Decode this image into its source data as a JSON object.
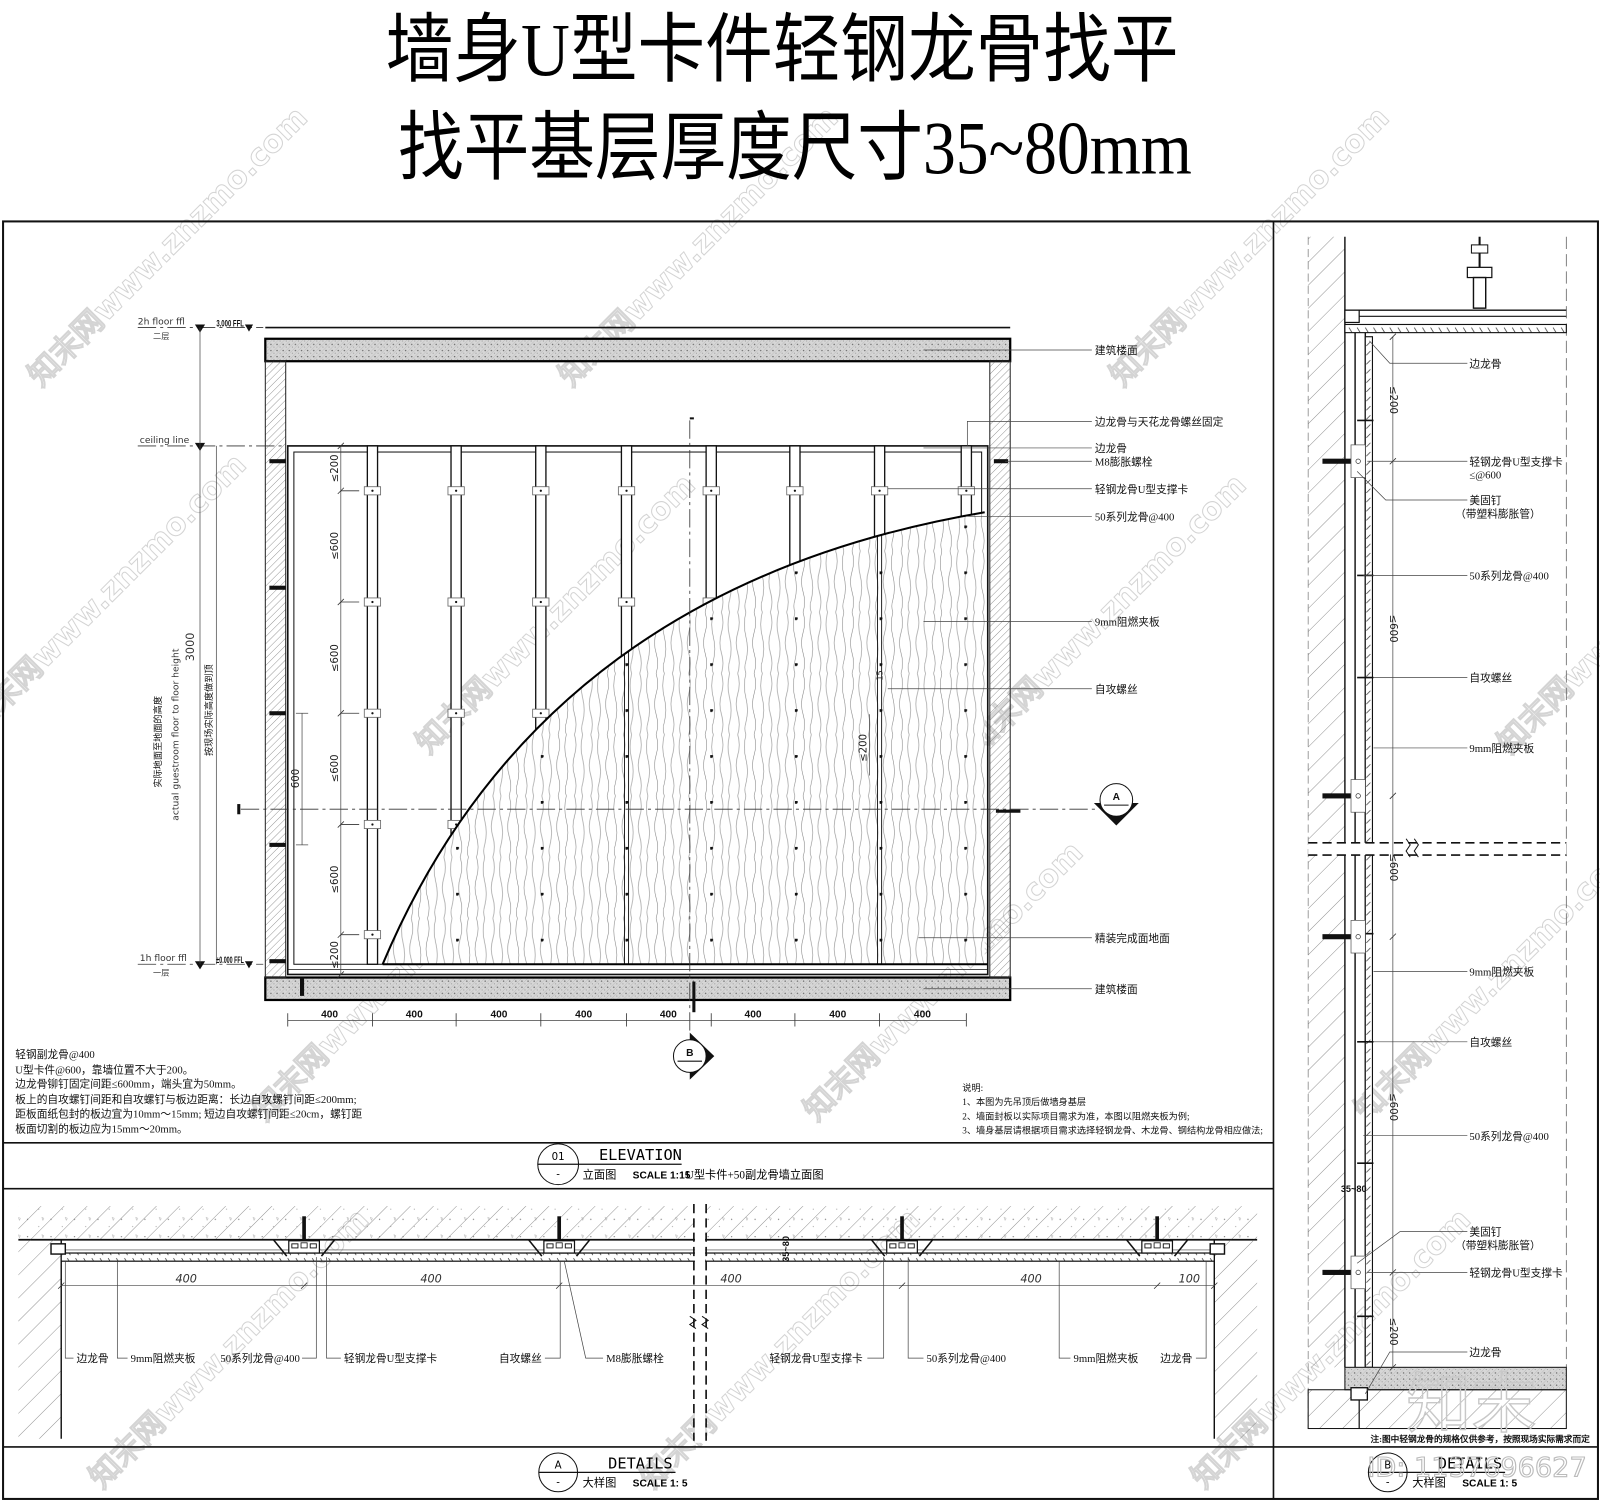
{
  "title": {
    "line1": "墙身U型卡件轻钢龙骨找平",
    "line2": "找平基层厚度尺寸35~80mm"
  },
  "elevation": {
    "levels": {
      "upper_label": "2h floor ffl",
      "upper_sub": "二层",
      "upper_value": "3.000 FFL",
      "ceiling_label": "ceiling line",
      "lower_label": "1h floor ffl",
      "lower_sub": "一层",
      "lower_value": "±0.000 FFL"
    },
    "height_dim": {
      "cn": "实际地面至地面的高度",
      "en": "actual guestroom floor to floor height",
      "value": "3000",
      "note": "按现场实际高度做到顶"
    },
    "clip_dims": [
      "≤200",
      "≤600",
      "≤600",
      "≤600",
      "≤600",
      "≤200"
    ],
    "edge_dim": "600",
    "board_dims": {
      "screw_spacing": "≤200",
      "board_gap": "15"
    },
    "bottom_dims": [
      "400",
      "400",
      "400",
      "400",
      "400",
      "400",
      "400",
      "400"
    ],
    "section_markers": {
      "a": "A",
      "b": "B"
    },
    "callouts": [
      {
        "label": "建筑楼面"
      },
      {
        "label": "边龙骨与天花龙骨螺丝固定"
      },
      {
        "label": "边龙骨"
      },
      {
        "label": "M8膨胀螺栓"
      },
      {
        "label": "轻钢龙骨U型支撑卡"
      },
      {
        "label": "50系列龙骨@400"
      },
      {
        "label": "9mm阻燃夹板"
      },
      {
        "label": "自攻螺丝"
      },
      {
        "label": "精装完成面地面"
      },
      {
        "label": "建筑楼面"
      }
    ],
    "notes_left": [
      "轻钢副龙骨@400",
      "U型卡件@600，靠墙位置不大于200。",
      "边龙骨铆钉固定间距≤600mm，端头宜为50mm。",
      "板上的自攻螺钉间距和自攻螺钉与板边距离：长边自攻螺钉间距≤200mm;",
      "距板面纸包封的板边宜为10mm～15mm; 短边自攻螺钉间距≤20cm，螺钉距",
      "板面切割的板边应为15mm～20mm。"
    ],
    "notes_right": {
      "heading": "说明:",
      "items": [
        "1、本图为先吊顶后做墙身基层",
        "2、墙面封板以实际项目需求为准，本图以阻燃夹板为例;",
        "3、墙身基层请根据项目需求选择轻钢龙骨、木龙骨、钢结构龙骨相应做法;"
      ]
    },
    "title_block": {
      "number": "01",
      "sheet": "-",
      "title": "ELEVATION",
      "cn": "立面图",
      "scale": "SCALE  1:15",
      "description": "U型卡件+50副龙骨墙立面图"
    }
  },
  "details_a": {
    "dims": [
      "400",
      "400",
      "400",
      "400",
      "100"
    ],
    "thickness": "35~80",
    "callouts": [
      {
        "label": "边龙骨"
      },
      {
        "label": "9mm阻燃夹板"
      },
      {
        "label": "50系列龙骨@400"
      },
      {
        "label": "轻钢龙骨U型支撑卡"
      },
      {
        "label": "自攻螺丝"
      },
      {
        "label": "M8膨胀螺栓"
      },
      {
        "label": "轻钢龙骨U型支撑卡"
      },
      {
        "label": "50系列龙骨@400"
      },
      {
        "label": "9mm阻燃夹板"
      },
      {
        "label": "边龙骨"
      }
    ],
    "title_block": {
      "number": "A",
      "sheet": "-",
      "title": "DETAILS",
      "cn": "大样图",
      "scale": "SCALE  1: 5"
    }
  },
  "details_b": {
    "dims": [
      "≤200",
      "≤600",
      "≤600",
      "≤600",
      "≤200"
    ],
    "thickness": "35~80",
    "callouts": [
      {
        "label": "边龙骨"
      },
      {
        "label": "轻钢龙骨U型支撑卡"
      },
      {
        "label": "≤@600"
      },
      {
        "label": "美固钉"
      },
      {
        "label": "（带塑料膨胀管）"
      },
      {
        "label": "50系列龙骨@400"
      },
      {
        "label": "自攻螺丝"
      },
      {
        "label": "9mm阻燃夹板"
      },
      {
        "label": "9mm阻燃夹板"
      },
      {
        "label": "自攻螺丝"
      },
      {
        "label": "50系列龙骨@400"
      },
      {
        "label": "美固钉"
      },
      {
        "label": "（带塑料膨胀管）"
      },
      {
        "label": "轻钢龙骨U型支撑卡"
      },
      {
        "label": "边龙骨"
      }
    ],
    "note": "注:图中轻钢龙骨的规格仅供参考，按照现场实际需求而定",
    "title_block": {
      "number": "B",
      "sheet": "-",
      "title": "DETAILS",
      "cn": "大样图",
      "scale": "SCALE  1: 5"
    }
  },
  "watermark": {
    "text": "知末网www.znzmo.com",
    "brand": "知末",
    "id": "ID: 1137696627"
  }
}
